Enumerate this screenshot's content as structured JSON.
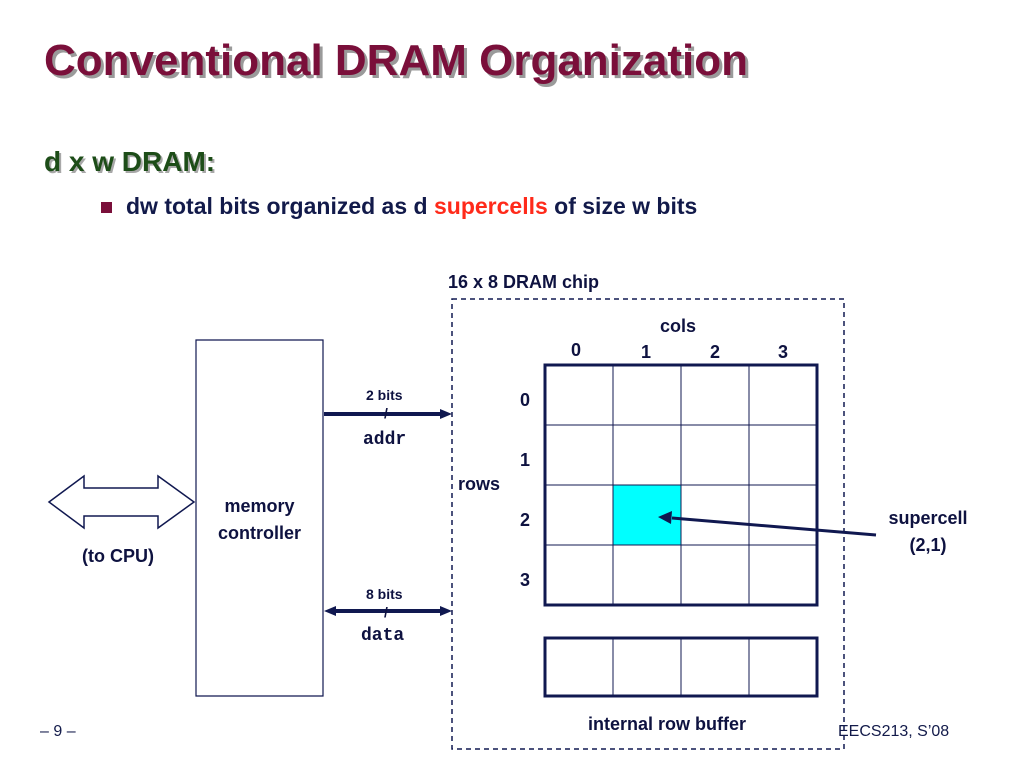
{
  "slide": {
    "title": "Conventional DRAM Organization",
    "subheading": "d x w DRAM:",
    "bullet": {
      "prefix": "dw total bits organized as d ",
      "highlight": "supercells",
      "suffix": " of size w bits"
    }
  },
  "diagram": {
    "chip_label": "16 x 8 DRAM chip",
    "cols_label": "cols",
    "rows_label": "rows",
    "col_indices": [
      "0",
      "1",
      "2",
      "3"
    ],
    "row_indices": [
      "0",
      "1",
      "2",
      "3"
    ],
    "highlighted_cell": {
      "row": 2,
      "col": 1
    },
    "highlight_color": "#00ffff",
    "addr_bits": "2 bits",
    "addr_label": "addr",
    "data_bits": "8 bits",
    "data_label": "data",
    "memory_controller_line1": "memory",
    "memory_controller_line2": "controller",
    "cpu_label": "(to CPU)",
    "supercell_line1": "supercell",
    "supercell_line2": "(2,1)",
    "row_buffer_label": "internal row buffer",
    "tick_mark": "/"
  },
  "footer": {
    "page": "– 9 –",
    "course": "EECS213, S’08"
  },
  "colors": {
    "title": "#7a0f3a",
    "subheading": "#1d4d18",
    "text": "#121a4a",
    "highlight_text": "#ff2a1a",
    "lines": "#101850"
  }
}
